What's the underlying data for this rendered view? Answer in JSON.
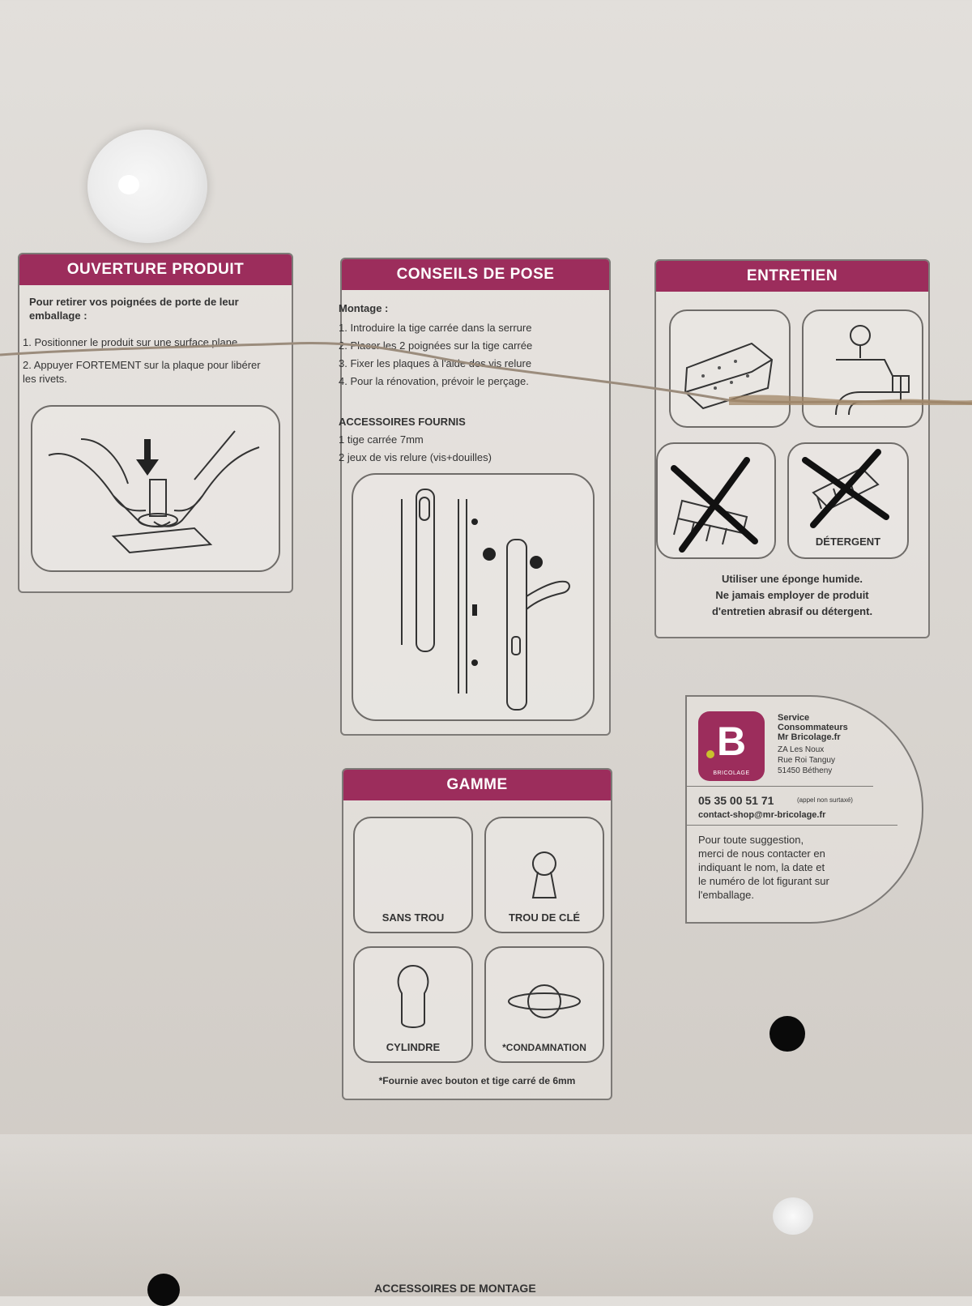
{
  "ouverture": {
    "title": "OUVERTURE PRODUIT",
    "intro": "Pour retirer vos poignées de porte de leur emballage :",
    "step1": "1. Positionner le produit sur une surface plane.",
    "step2": "2. Appuyer FORTEMENT sur la plaque pour libérer les rivets."
  },
  "conseils": {
    "title": "CONSEILS DE POSE",
    "montage_label": "Montage :",
    "steps": [
      "1. Introduire la tige carrée dans la serrure",
      "2. Placer les 2 poignées sur la tige carrée",
      "3. Fixer les plaques à l'aide des vis relure",
      "4. Pour la rénovation, prévoir le perçage."
    ],
    "accessoires_title": "ACCESSOIRES FOURNIS",
    "accessoires": [
      "1 tige carrée 7mm",
      "2 jeux de vis relure (vis+douilles)"
    ]
  },
  "entretien": {
    "title": "ENTRETIEN",
    "detergent_label": "DÉTERGENT",
    "note_lines": [
      "Utiliser une éponge humide.",
      "Ne jamais employer de produit",
      "d'entretien abrasif ou détergent."
    ]
  },
  "service": {
    "logo_letter": "B",
    "logo_sub": "BRICOLAGE",
    "title_lines": [
      "Service",
      "Consommateurs",
      "Mr Bricolage.fr"
    ],
    "address_lines": [
      "ZA Les Noux",
      "Rue Roi Tanguy",
      "51450 Bétheny"
    ],
    "phone": "05 35 00 51 71",
    "phone_note": "(appel non surtaxé)",
    "email": "contact-shop@mr-bricolage.fr",
    "suggestion_lines": [
      "Pour toute suggestion,",
      "merci de nous contacter en",
      "indiquant le nom, la date et",
      "le numéro de lot figurant sur",
      "l'emballage."
    ],
    "accent_color": "#9c2d5c"
  },
  "gamme": {
    "title": "GAMME",
    "items": [
      "SANS TROU",
      "TROU DE CLÉ",
      "CYLINDRE",
      "*CONDAMNATION"
    ],
    "footnote": "*Fournie avec bouton et tige carré de 6mm"
  },
  "bottom_text": "ACCESSOIRES DE MONTAGE"
}
